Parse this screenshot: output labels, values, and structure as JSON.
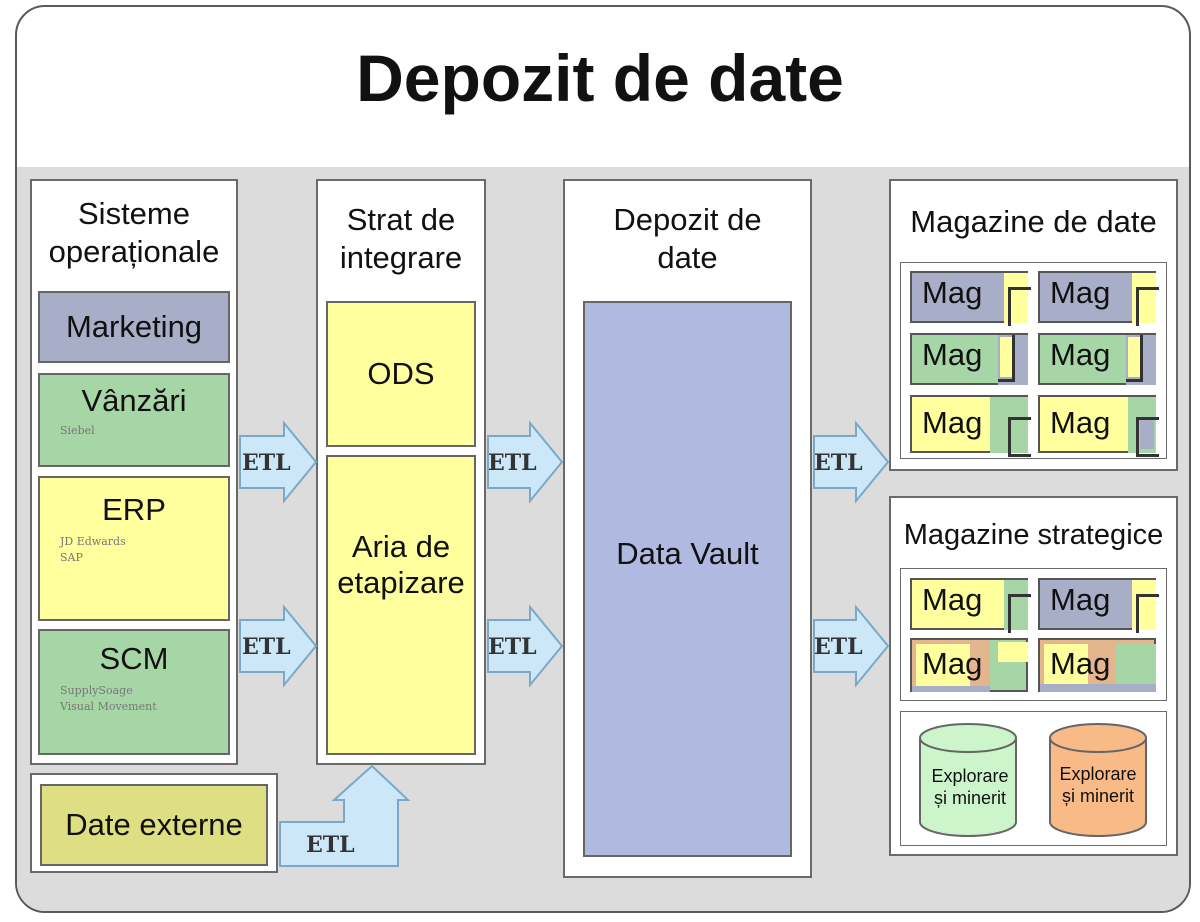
{
  "title": "Depozit de date",
  "columns": {
    "operational": {
      "heading": "Sisteme operaționale",
      "systems": [
        {
          "label": "Marketing",
          "sub": ""
        },
        {
          "label": "Vânzări",
          "sub": "Siebel"
        },
        {
          "label": "ERP",
          "sub": "JD Edwards\nSAP"
        },
        {
          "label": "SCM",
          "sub": "SupplySoage\nVisual Movement"
        }
      ]
    },
    "integration": {
      "heading": "Strat de integrare",
      "ods": "ODS",
      "staging": "Aria de etapizare"
    },
    "warehouse": {
      "heading": "Depozit de date",
      "core": "Data Vault"
    },
    "marts": {
      "heading": "Magazine de date",
      "item_label": "Mag"
    },
    "strategic": {
      "heading": "Magazine strategice",
      "item_label": "Mag",
      "mining": [
        "Explorare și minerit",
        "Explorare și minerit"
      ]
    }
  },
  "external": {
    "label": "Date externe"
  },
  "etl_label": "ETL",
  "colors": {
    "blue_gray": "#a9aec8",
    "green": "#a6d6a6",
    "yellow": "#ffff9e",
    "vault": "#b0b9df",
    "arrow_fill": "#cce8f8",
    "arrow_stroke": "#7aa8c8",
    "external": "#dede82",
    "cyl_green": "#ccf5cc",
    "cyl_orange": "#f8bb88"
  }
}
